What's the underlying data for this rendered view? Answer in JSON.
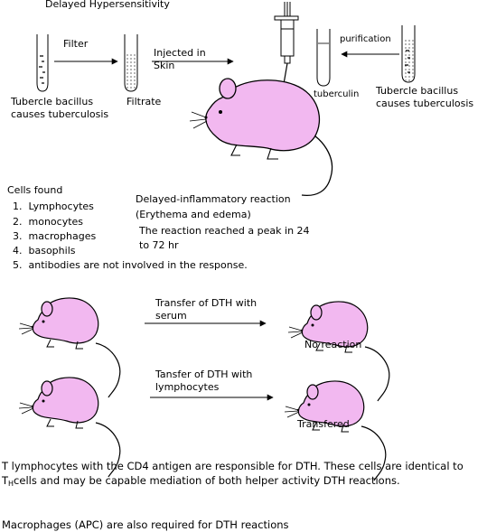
{
  "title": "Delayed Hypersensitivity",
  "top": {
    "source_left": "Tubercle bacillus causes tuberculosis",
    "filter_label": "Filter",
    "filtrate_label": "Filtrate",
    "injected_label": "Injected in Skin",
    "purification_label": "purification",
    "tuberculin_label": "tuberculin",
    "source_right": "Tubercle bacillus causes tuberculosis"
  },
  "reaction": {
    "heading": "Delayed-inflammatory reaction",
    "sub": "(Erythema and edema)",
    "peak": "The reaction reached a peak in 24 to 72 hr"
  },
  "cells": {
    "heading": "Cells found",
    "items": [
      "Lymphocytes",
      "monocytes",
      "macrophages",
      "basophils",
      "antibodies are not involved in the response."
    ]
  },
  "transfers": [
    {
      "label": "Transfer of DTH with serum",
      "result": "No reaction"
    },
    {
      "label": "Tansfer of DTH with lymphocytes",
      "result": "Transfered"
    }
  ],
  "footer": {
    "para_part1": "T lymphocytes with the CD4 antigen are responsible for DTH.  These cells are identical to T",
    "para_sub": "H",
    "para_part2": "cells and may be capable mediation of both helper activity DTH reactions.",
    "note": "Macrophages (APC) are also required for DTH reactions"
  },
  "colors": {
    "rat_fill": "#f2b8f0",
    "ink": "#000000"
  }
}
